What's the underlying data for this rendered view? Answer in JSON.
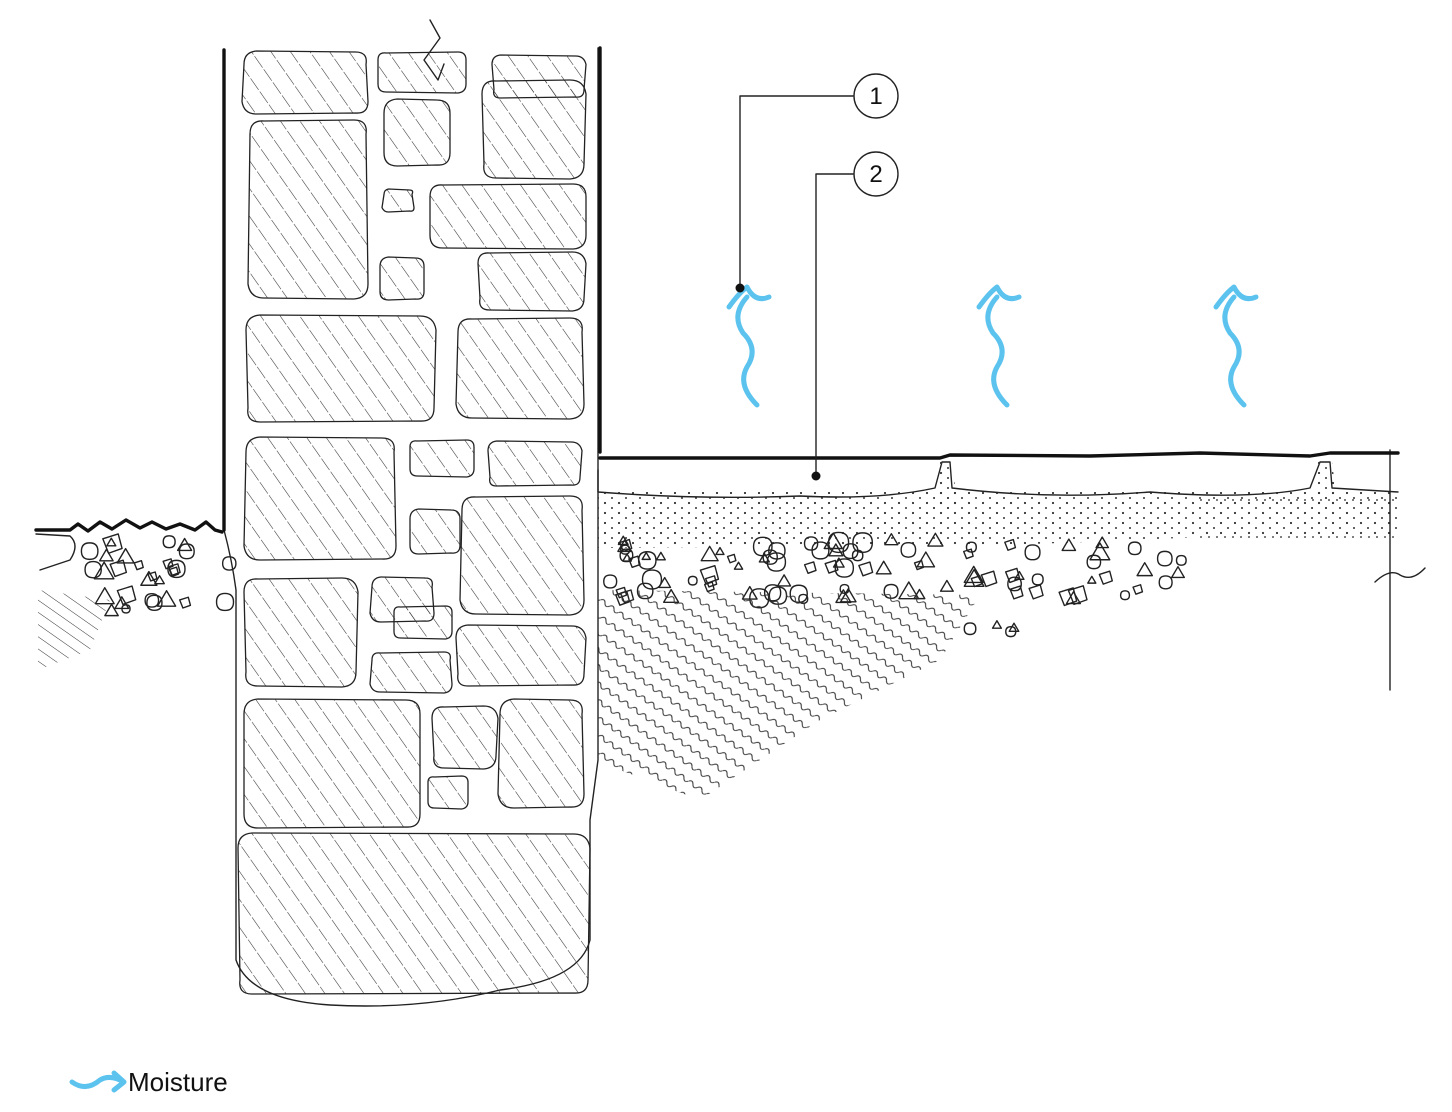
{
  "callouts": [
    {
      "label": "1"
    },
    {
      "label": "2"
    }
  ],
  "legend": {
    "label": "Moisture",
    "icon": "moisture-arrow-icon"
  },
  "colors": {
    "moisture": "#5cc3ef",
    "ink": "#111111"
  }
}
